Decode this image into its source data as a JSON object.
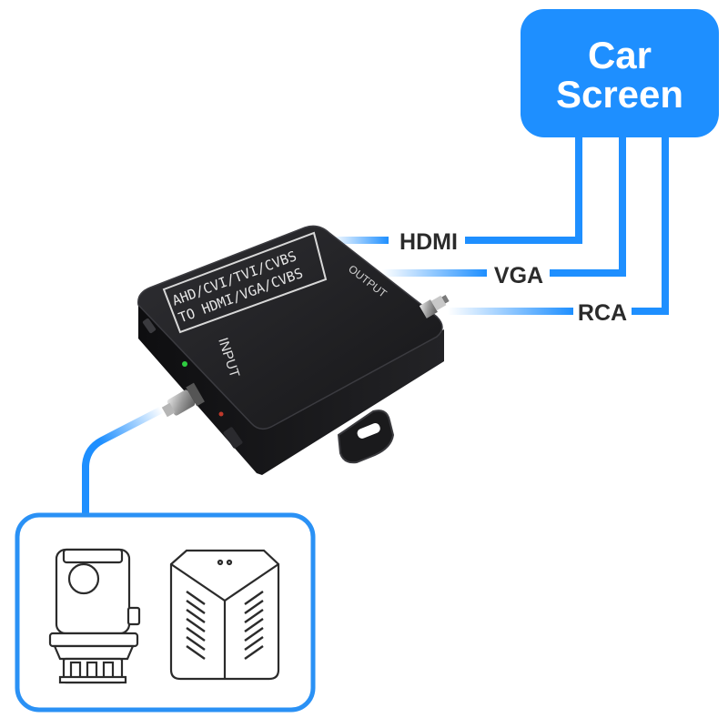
{
  "screen": {
    "title_line1": "Car",
    "title_line2": "Screen"
  },
  "outputs": [
    {
      "label": "HDMI"
    },
    {
      "label": "VGA"
    },
    {
      "label": "RCA"
    }
  ],
  "device": {
    "top_label_line1": "AHD/CVI/TVI/CVBS",
    "top_label_line2": "TO  HDMI/VGA/CVBS",
    "output_port_label": "OUTPUT",
    "input_port_label": "INPUT"
  },
  "sources": {
    "icons": [
      "camera-icon",
      "dvr-box-icon"
    ]
  },
  "colors": {
    "accent": "#1e8fff",
    "box_outline": "#2a91f5",
    "device_body": "#1c1c1e",
    "label_text": "#2b2b2b"
  }
}
